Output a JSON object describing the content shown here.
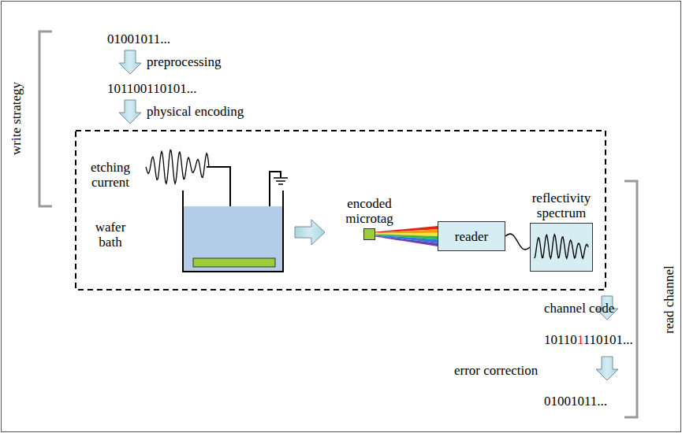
{
  "diagram": {
    "nodes": [
      {
        "text": [
          "encoded microtag"
        ]
      },
      {
        "text": [
          "reader"
        ]
      },
      {
        "text": [
          "reflectivity spectrum"
        ]
      }
    ],
    "edges": [
      {
        "from": 0,
        "to": 1,
        "arrow": "none"
      },
      {
        "from": 1,
        "to": 2,
        "arrow": "none"
      }
    ],
    "labels": [
      "write strategy",
      "01001011...",
      "preprocessing",
      "101100110101...",
      "physical encoding",
      "etching current",
      "wafer bath",
      "read channel",
      "channel code",
      "101101110101...",
      "error correction",
      "01001011..."
    ]
  }
}
